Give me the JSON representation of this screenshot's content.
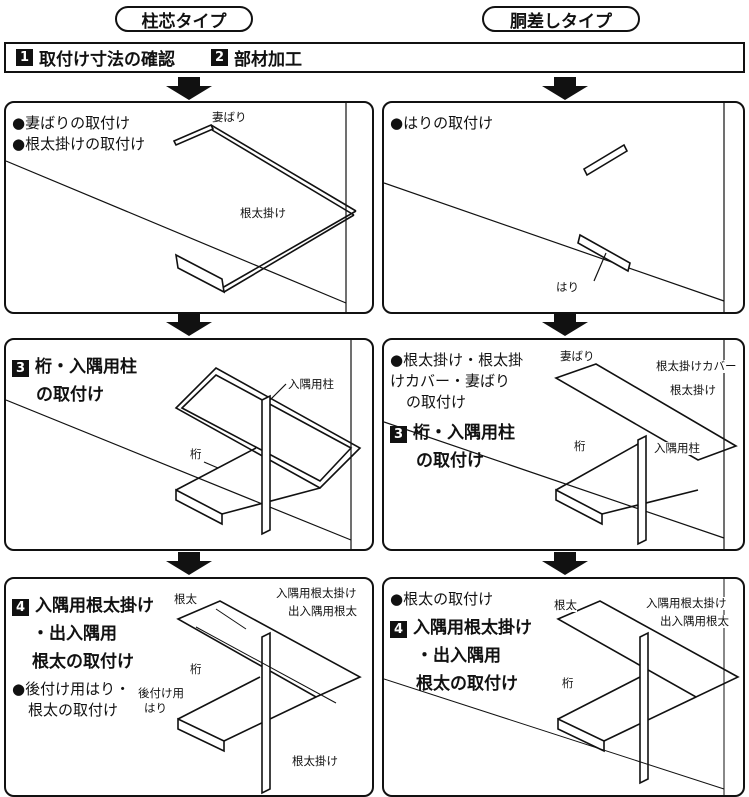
{
  "headers": {
    "left": "柱芯タイプ",
    "right": "胴差しタイプ"
  },
  "band": {
    "s1_num": "1",
    "s1_text": "取付け寸法の確認",
    "s2_num": "2",
    "s2_text": "部材加工"
  },
  "p1": {
    "line1": "●妻ばりの取付け",
    "line2": "●根太掛けの取付け",
    "label_tsumabari": "妻ばり",
    "label_nedakake": "根太掛け"
  },
  "p2": {
    "line1": "●はりの取付け",
    "label_hari": "はり"
  },
  "p3": {
    "num": "3",
    "title1": "桁・入隅用柱",
    "title2": "の取付け",
    "label_irisumi": "入隅用柱",
    "label_keta": "桁"
  },
  "p4": {
    "line1": "●根太掛け・根太掛",
    "line2": "けカバー・妻ばり",
    "line3": "の取付け",
    "num": "3",
    "title1": "桁・入隅用柱",
    "title2": "の取付け",
    "label_tsumabari": "妻ばり",
    "label_cover": "根太掛けカバー",
    "label_nedakake": "根太掛け",
    "label_keta": "桁",
    "label_irisumi": "入隅用柱"
  },
  "p5": {
    "num": "4",
    "title1": "入隅用根太掛け",
    "title2": "・出入隅用",
    "title3": "根太の取付け",
    "line4": "●後付け用はり・",
    "line5": "根太の取付け",
    "label_neda": "根太",
    "label_irisumi_neda": "入隅用根太掛け",
    "label_deirisumi": "出入隅用根太",
    "label_keta": "桁",
    "label_atozuke1": "後付け用",
    "label_atozuke2": "はり",
    "label_nedakake": "根太掛け"
  },
  "p6": {
    "line1": "●根太の取付け",
    "num": "4",
    "title1": "入隅用根太掛け",
    "title2": "・出入隅用",
    "title3": "根太の取付け",
    "label_neda": "根太",
    "label_irisumi_neda": "入隅用根太掛け",
    "label_deirisumi": "出入隅用根太",
    "label_keta": "桁"
  }
}
